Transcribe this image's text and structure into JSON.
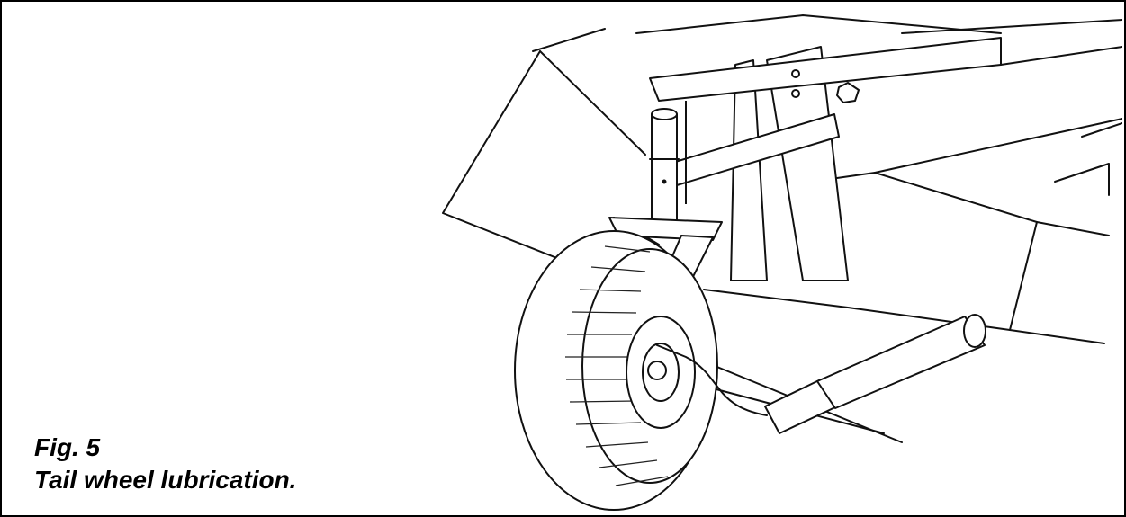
{
  "figure": {
    "number_label": "Fig. 5",
    "caption": "Tail wheel lubrication.",
    "illustration": "tail-wheel-grease-gun-drawing"
  },
  "colors": {
    "line": "#111111",
    "background": "#ffffff",
    "border": "#000000"
  }
}
